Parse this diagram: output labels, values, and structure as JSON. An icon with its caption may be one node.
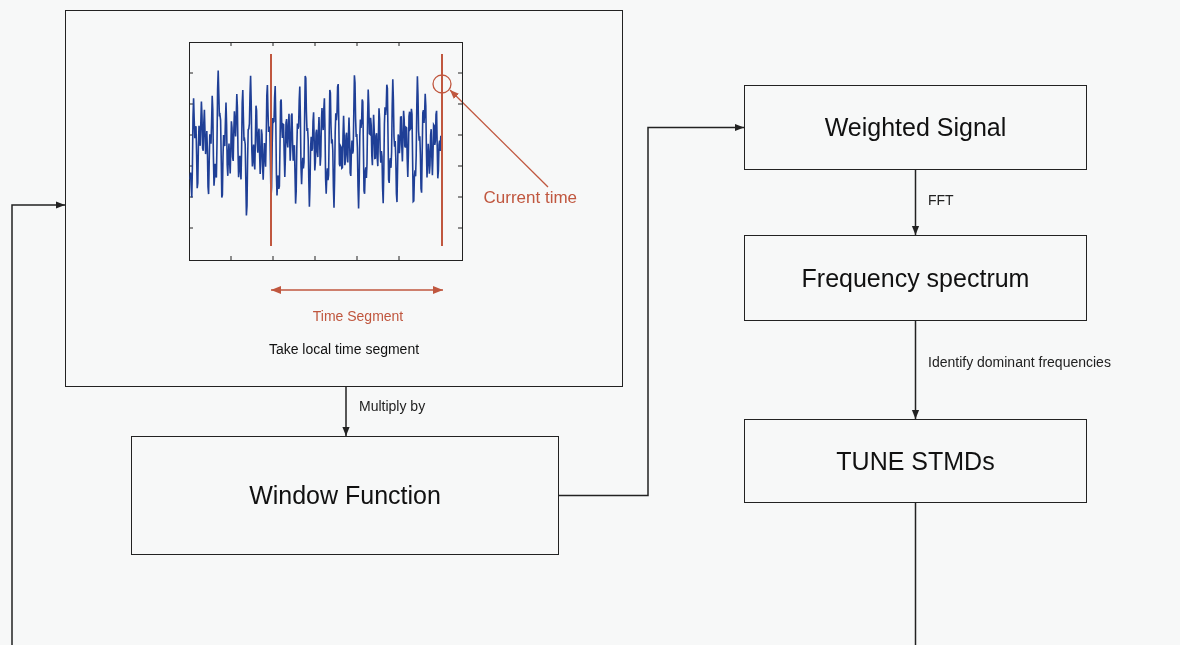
{
  "diagram": {
    "nodes": [
      {
        "text": [
          "Take local time segment"
        ]
      },
      {
        "text": [
          "Current time"
        ],
        "in": 0
      },
      {
        "text": [],
        "shape": "circle",
        "in": 0
      },
      {
        "text": [
          "Window Function"
        ]
      },
      {
        "text": [
          "Weighted Signal"
        ]
      },
      {
        "text": [
          "Frequency spectrum"
        ]
      },
      {
        "text": [
          "TUNE STMDs"
        ]
      }
    ],
    "edges": [
      {
        "from": 1,
        "to": 2,
        "arrow": "to",
        "color": "#c0573f"
      },
      {
        "from": 0,
        "to": 3,
        "arrow": "to",
        "label": "Multiply by"
      },
      {
        "from": 3,
        "to": 4,
        "arrow": "to"
      },
      {
        "from": 4,
        "to": 5,
        "arrow": "to",
        "label": "FFT"
      },
      {
        "from": 5,
        "to": 6,
        "arrow": "to",
        "label": "Identify dominant frequencies"
      },
      {
        "from": 6,
        "to": null,
        "arrow": "none"
      },
      {
        "from": null,
        "to": 0,
        "arrow": "to"
      }
    ],
    "labels": [
      "Time Segment"
    ]
  }
}
